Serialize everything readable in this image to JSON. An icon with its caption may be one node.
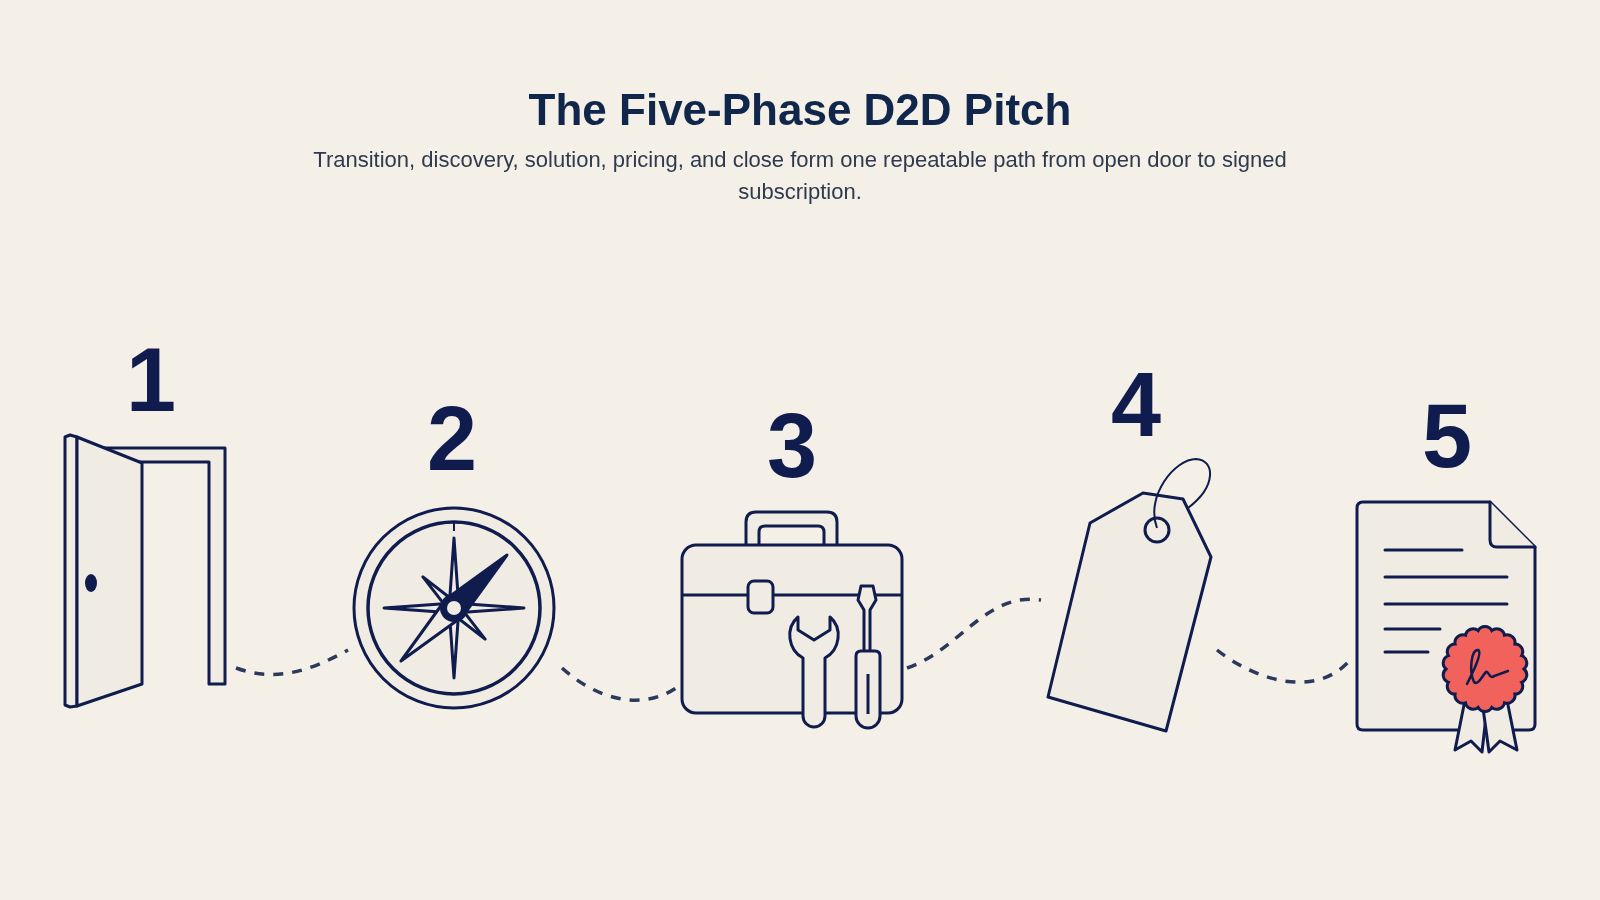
{
  "diagram": {
    "title": "The Five-Phase D2D Pitch",
    "caption": "Transition, discovery, solution, pricing, and close form one repeatable path from open door to signed subscription.",
    "nodes": [
      {
        "text": [
          "1"
        ]
      },
      {
        "text": [
          "2"
        ]
      },
      {
        "text": [
          "3"
        ]
      },
      {
        "text": [
          "4"
        ]
      },
      {
        "text": [
          "5"
        ]
      }
    ],
    "edges": [
      {
        "from": 0,
        "to": 1,
        "arrow": "none",
        "style": "dashed"
      },
      {
        "from": 1,
        "to": 2,
        "arrow": "none",
        "style": "dashed"
      },
      {
        "from": 2,
        "to": 3,
        "arrow": "none",
        "style": "dashed"
      },
      {
        "from": 3,
        "to": 4,
        "arrow": "none",
        "style": "dashed"
      }
    ]
  }
}
